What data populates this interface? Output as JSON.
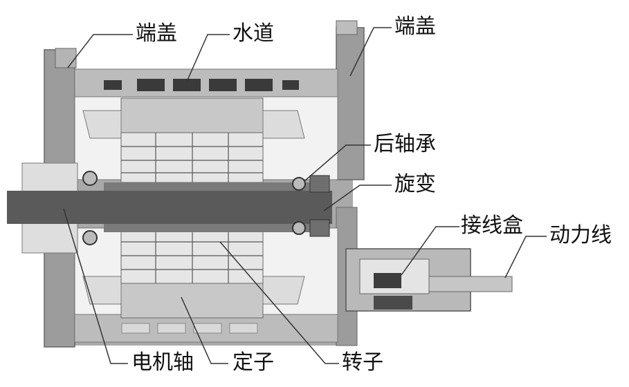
{
  "labels": {
    "end_cover_left": "端盖",
    "water_channel": "水道",
    "end_cover_right": "端盖",
    "rear_bearing": "后轴承",
    "resolver": "旋变",
    "junction_box": "接线盒",
    "power_cable": "动力线",
    "motor_shaft": "电机轴",
    "stator": "定子",
    "rotor": "转子"
  },
  "colors": {
    "housing": "#a9a9a9",
    "housing_dark": "#6f6f6f",
    "shaft": "#5a5a5a",
    "cavity": "#ffffff",
    "core": "#c8c8c8",
    "winding": "#e6e6e6",
    "leader": "#333333"
  }
}
